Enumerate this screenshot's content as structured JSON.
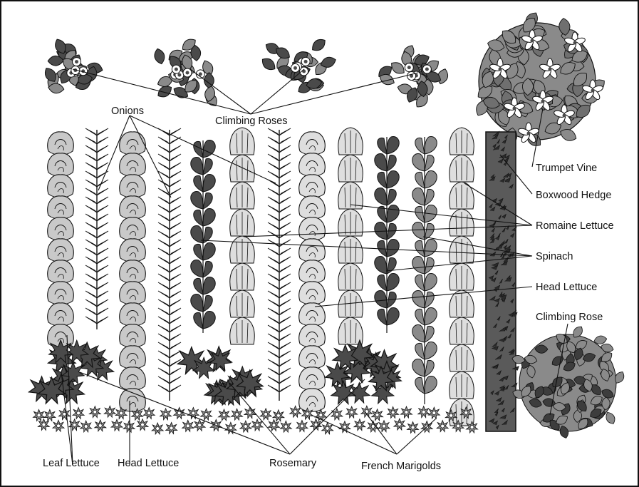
{
  "labels": {
    "onions": "Onions",
    "climbing_roses": "Climbing Roses",
    "trumpet_vine": "Trumpet Vine",
    "boxwood_hedge": "Boxwood Hedge",
    "romaine_lettuce": "Romaine Lettuce",
    "spinach": "Spinach",
    "head_lettuce_right": "Head Lettuce",
    "climbing_rose": "Climbing Rose",
    "leaf_lettuce": "Leaf Lettuce",
    "head_lettuce_bottom": "Head Lettuce",
    "rosemary": "Rosemary",
    "french_marigolds": "French Marigolds"
  },
  "colors": {
    "dark": "#4a4a4a",
    "mid": "#8a8a8a",
    "light": "#c9c9c9",
    "lighter": "#dedede",
    "outline": "#111111"
  }
}
